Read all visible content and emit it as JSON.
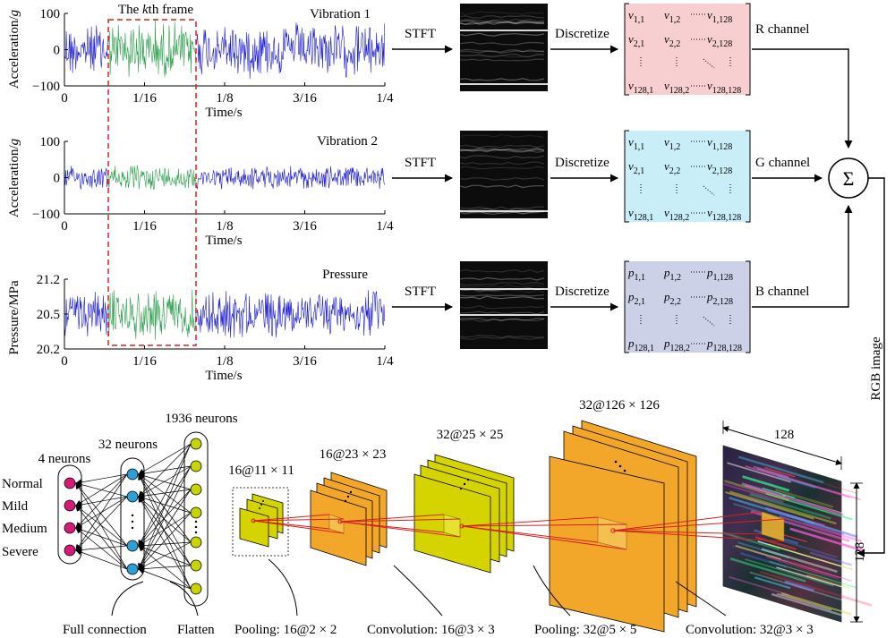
{
  "colors": {
    "signal_blue": "#1a1ad6",
    "frame_green": "#2a9d4a",
    "frame_box_red": "#d62020",
    "r_matrix": "#f7cfd0",
    "g_matrix": "#c9eef8",
    "b_matrix": "#cdd1e8",
    "layer_yellow": "#d6d400",
    "layer_orange": "#f2a72a",
    "output_magenta": "#d61a7a",
    "hidden_cyan": "#2aa0d6",
    "flatten_yellow": "#c8d400"
  },
  "signals": [
    {
      "title": "Vibration 1",
      "ylabel": "Acceleration/g",
      "yticks": [
        "100",
        "0",
        "−100"
      ],
      "xticks": [
        "0",
        "1/16",
        "1/8",
        "3/16",
        "1/4"
      ],
      "xlabel": "Time/s",
      "frame_label": "The kth frame"
    },
    {
      "title": "Vibration 2",
      "ylabel": "Acceleration/g",
      "yticks": [
        "100",
        "0",
        "−100"
      ],
      "xticks": [
        "0",
        "1/16",
        "1/8",
        "3/16",
        "1/4"
      ],
      "xlabel": "Time/s"
    },
    {
      "title": "Pressure",
      "ylabel": "Pressure/MPa",
      "yticks": [
        "21.2",
        "20.5",
        "20.2"
      ],
      "xticks": [
        "0",
        "1/16",
        "1/8",
        "3/16",
        "1/4"
      ],
      "xlabel": "Time/s"
    }
  ],
  "flow": {
    "stft": "STFT",
    "discretize": "Discretize",
    "channels": [
      "R channel",
      "G channel",
      "B channel"
    ],
    "sum_symbol": "Σ",
    "rgb_image": "RGB image"
  },
  "matrices": [
    {
      "letter": "v",
      "cells": [
        [
          "1,1",
          "1,2",
          "1,128"
        ],
        [
          "2,1",
          "2,2",
          "2,128"
        ],
        [
          "128,1",
          "128,2",
          "128,128"
        ]
      ]
    },
    {
      "letter": "v",
      "cells": [
        [
          "1,1",
          "1,2",
          "1,128"
        ],
        [
          "2,1",
          "2,2",
          "2,128"
        ],
        [
          "128,1",
          "128,2",
          "128,128"
        ]
      ]
    },
    {
      "letter": "p",
      "cells": [
        [
          "1,1",
          "1,2",
          "1,128"
        ],
        [
          "2,1",
          "2,2",
          "2,128"
        ],
        [
          "128,1",
          "128,2",
          "128,128"
        ]
      ]
    }
  ],
  "cnn": {
    "image_dims": [
      "128",
      "128"
    ],
    "layer_labels": [
      "32@126 × 126",
      "32@25 × 25",
      "16@23 × 23",
      "16@11 × 11"
    ],
    "neuron_labels": [
      "1936 neurons",
      "32 neurons",
      "4 neurons"
    ],
    "classes": [
      "Normal",
      "Mild",
      "Medium",
      "Severe"
    ],
    "operations": [
      "Full connection",
      "Flatten",
      "Pooling: 16@2 × 2",
      "Convolution: 16@3 × 3",
      "Pooling: 32@5 × 5",
      "Convolution: 32@3 × 3"
    ]
  }
}
